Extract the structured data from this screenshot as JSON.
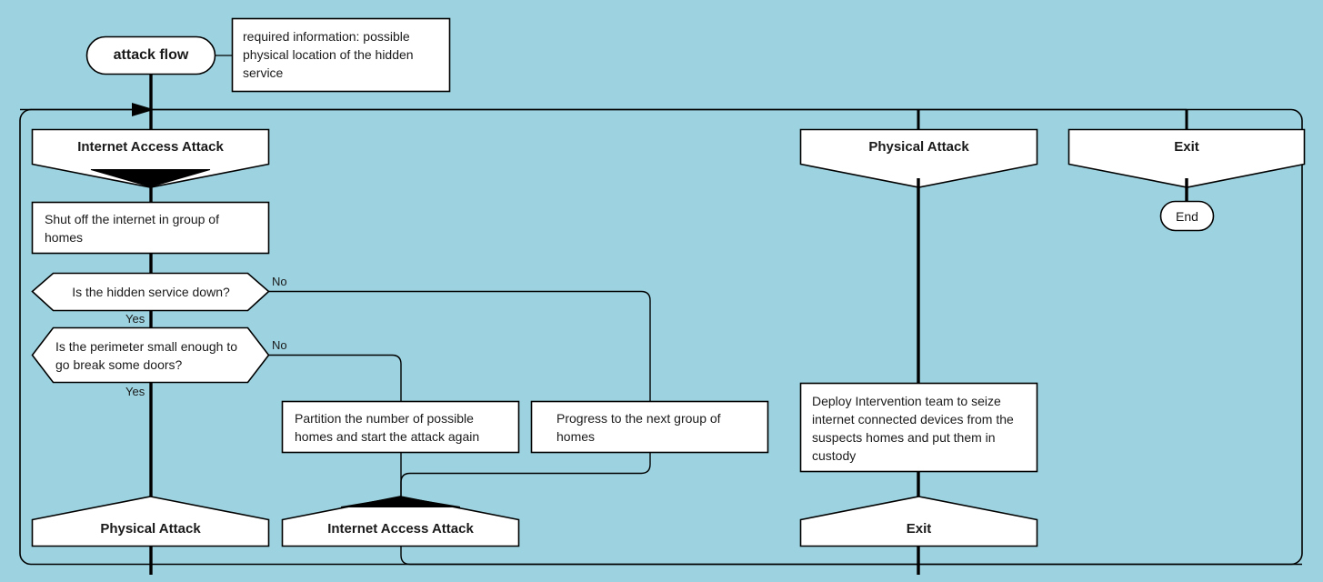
{
  "diagram": {
    "title": "attack flow",
    "background_color": "#9dd3e0",
    "stroke_color": "#000000",
    "node_fill": "#ffffff"
  },
  "start": {
    "label": "attack flow"
  },
  "note": {
    "text": "required information: possible physical location of the hidden service"
  },
  "lanes": {
    "internet_access_attack": {
      "header": "Internet Access Attack",
      "footer_physical": "Physical Attack",
      "footer_internet": "Internet Access Attack"
    },
    "physical_attack": {
      "header": "Physical Attack",
      "footer": "Exit"
    },
    "exit": {
      "header": "Exit",
      "end": "End"
    }
  },
  "nodes": {
    "shut_off_internet": "Shut off the internet in group of homes",
    "decision_service_down": "Is the hidden service down?",
    "decision_perimeter": "Is the perimeter small enough to go break some doors?",
    "partition_homes": "Partition the number of possible homes and start the attack again",
    "progress_next_group": "Progress to the next group of homes",
    "deploy_intervention": "Deploy Intervention team to seize internet connected devices from the suspects homes and put them in custody"
  },
  "edge_labels": {
    "no_service_down": "No",
    "yes_service_down": "Yes",
    "no_perimeter": "No",
    "yes_perimeter": "Yes"
  }
}
